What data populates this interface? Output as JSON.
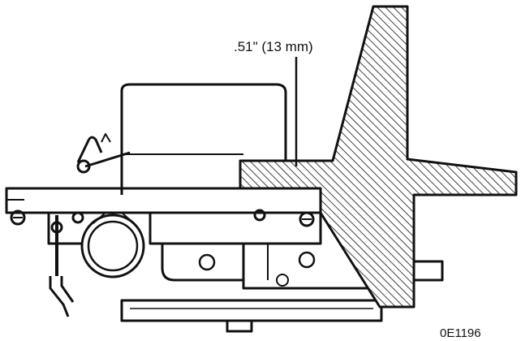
{
  "diagram": {
    "dimension_label": ".51\" (13 mm)",
    "figure_id": "0E1196",
    "parts": [
      "carburetor-body",
      "float-gauge-tool"
    ],
    "colors": {
      "ink": "#111111",
      "paper": "#ffffff"
    }
  }
}
